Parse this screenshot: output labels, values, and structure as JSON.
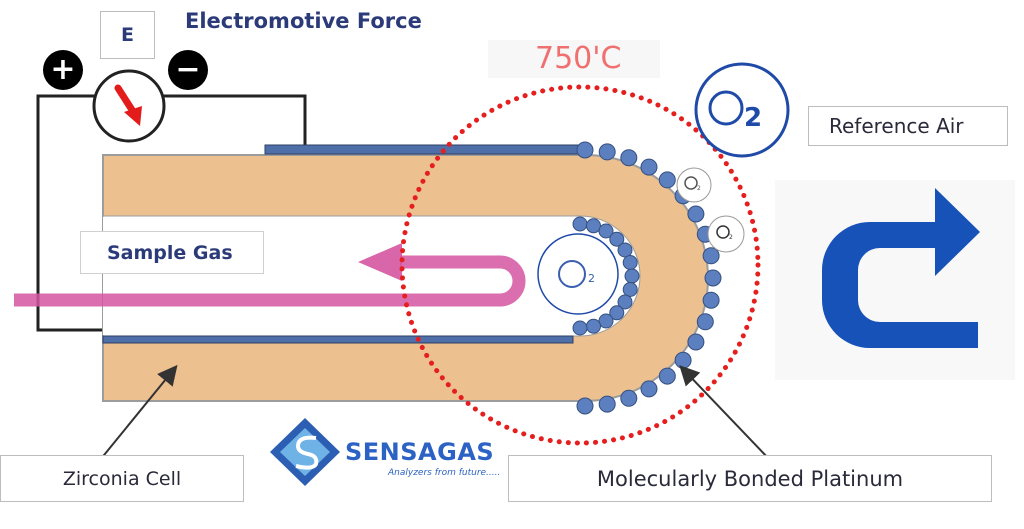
{
  "title": "Electromotive Force",
  "meter_label": "E",
  "plus_symbol": "+",
  "minus_symbol": "−",
  "temperature": "750'C",
  "reference_air": "Reference Air",
  "sample_gas": "Sample Gas",
  "zirconia_cell": "Zirconia Cell",
  "platinum": "Molecularly Bonded Platinum",
  "o2_text": "O",
  "o2_sub": "2",
  "logo": {
    "name": "SENSAGAS",
    "tagline": "Analyzers from future....."
  },
  "colors": {
    "title": "#2b3a78",
    "zirconia": "#ecc08f",
    "zirconia_outline": "#9a9a9a",
    "electrode": "#4f6fa8",
    "platinum_bead": "#5b7fbf",
    "sample_gas_arrow": "#d455a0",
    "reference_arrow": "#1752b8",
    "dotted_circle": "#e51e1e",
    "temperature": "#f07070",
    "o2_circle": "#1f4aa8"
  }
}
